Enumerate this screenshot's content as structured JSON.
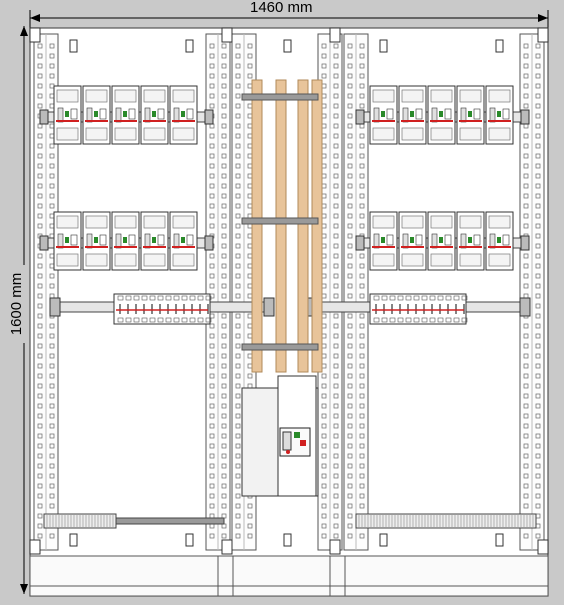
{
  "dimensions": {
    "width_label": "1460 mm",
    "height_label": "1600 mm"
  },
  "colors": {
    "background": "#c9c9c9",
    "cabinet": "#ffffff",
    "outline": "#555555",
    "busbar": "#e8c49a",
    "busbar_edge": "#b08a5a",
    "breaker_red": "#d02020",
    "breaker_green": "#2a8a2a",
    "bar_grey": "#9a9a9a"
  },
  "sections": [
    {
      "id": "left",
      "breaker_rows": 2,
      "modules_per_row": 5,
      "terminal_strip": true
    },
    {
      "id": "center",
      "busbars": 4,
      "main_breaker": true
    },
    {
      "id": "right",
      "breaker_rows": 2,
      "modules_per_row": 5,
      "terminal_strip": true
    }
  ]
}
